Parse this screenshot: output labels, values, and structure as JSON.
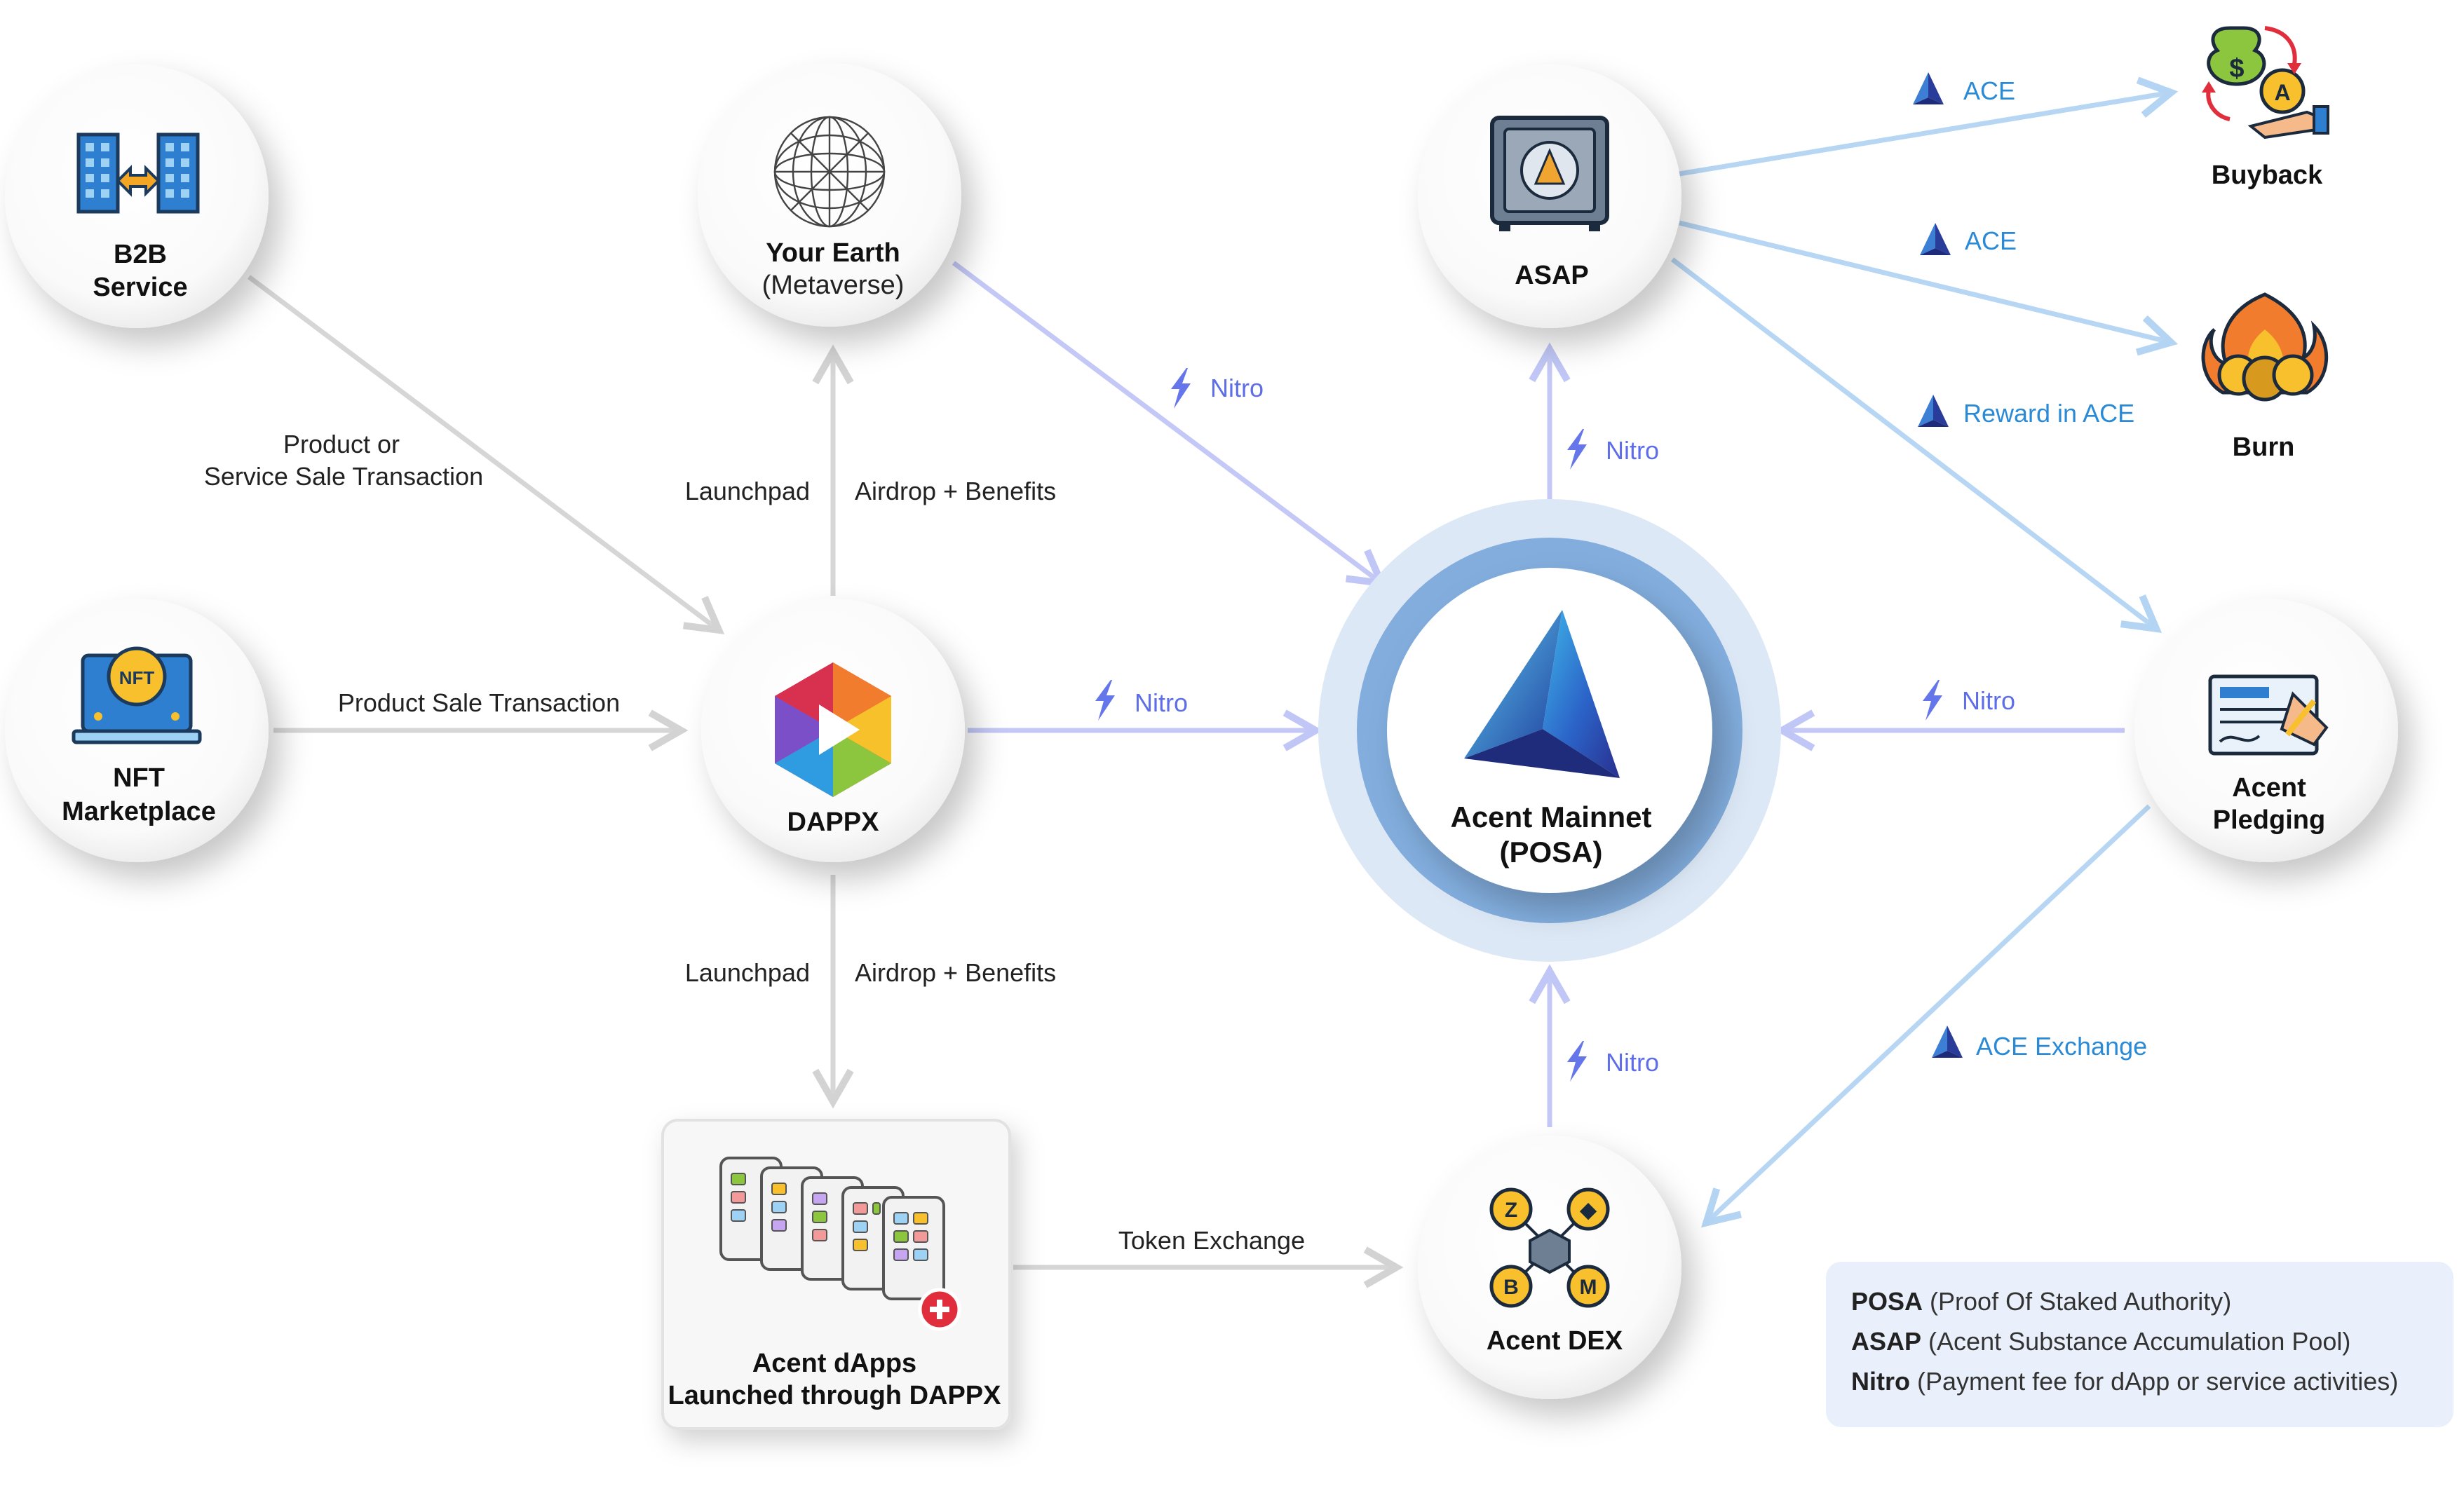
{
  "nodes": {
    "b2b": {
      "line1": "B2B",
      "line2": "Service"
    },
    "nft": {
      "line1": "NFT",
      "line2": "Marketplace"
    },
    "earth": {
      "line1": "Your Earth",
      "line2": "(Metaverse)"
    },
    "dappx": {
      "line1": "DAPPX"
    },
    "dapps": {
      "line1": "Acent dApps",
      "line2": "Launched through DAPPX"
    },
    "asap": {
      "line1": "ASAP"
    },
    "mainnet": {
      "line1": "Acent Mainnet",
      "line2": "(POSA)"
    },
    "dex": {
      "line1": "Acent DEX"
    },
    "pledging": {
      "line1": "Acent",
      "line2": "Pledging"
    },
    "buyback": {
      "line1": "Buyback"
    },
    "burn": {
      "line1": "Burn"
    }
  },
  "edges": {
    "b2b_dappx": {
      "line1": "Product or",
      "line2": "Service Sale Transaction"
    },
    "nft_dappx": "Product Sale Transaction",
    "launchpad_top": "Launchpad",
    "airdrop_top": "Airdrop + Benefits",
    "launchpad_bottom": "Launchpad",
    "airdrop_bottom": "Airdrop + Benefits",
    "token_exchange": "Token Exchange",
    "nitro_earth": "Nitro",
    "nitro_dappx": "Nitro",
    "nitro_asap": "Nitro",
    "nitro_dex": "Nitro",
    "nitro_pledging": "Nitro",
    "ace_buyback": "ACE",
    "ace_burn": "ACE",
    "reward_ace": "Reward in ACE",
    "ace_exchange": "ACE Exchange"
  },
  "legend": [
    {
      "key": "POSA",
      "desc": "(Proof Of Staked Authority)"
    },
    {
      "key": "ASAP",
      "desc": "(Acent Substance Accumulation Pool)"
    },
    {
      "key": "Nitro",
      "desc": "(Payment fee for dApp or service activities)"
    }
  ],
  "colors": {
    "gray_arrow": "#d6d6d6",
    "nitro_arrow": "#c3c8f6",
    "ace_arrow": "#b6d6f4",
    "accent_blue": "#2a8ad6",
    "nitro_text": "#5e6ee8",
    "legend_bg": "#e9f0fb"
  }
}
